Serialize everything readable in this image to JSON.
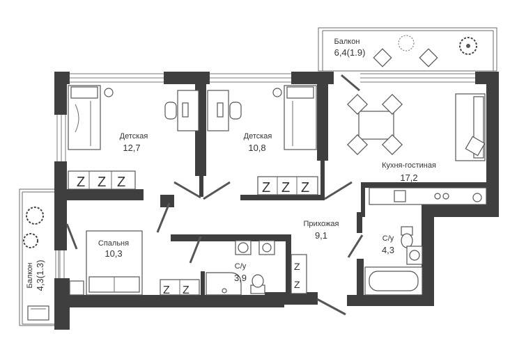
{
  "rooms": [
    {
      "id": "kids1",
      "name": "Детская",
      "area": "12,7"
    },
    {
      "id": "kids2",
      "name": "Детская",
      "area": "10,8"
    },
    {
      "id": "kitchen",
      "name": "Кухня-гостиная",
      "area": "17,2"
    },
    {
      "id": "hall",
      "name": "Прихожая",
      "area": "9,1"
    },
    {
      "id": "bedroom",
      "name": "Спальня",
      "area": "10,3"
    },
    {
      "id": "bath1",
      "name": "С/у",
      "area": "3,9"
    },
    {
      "id": "bath2",
      "name": "С/у",
      "area": "4,3"
    }
  ],
  "balconies": [
    {
      "id": "balcony-top",
      "name": "Балкон",
      "area": "6,4(1.9)"
    },
    {
      "id": "balcony-left",
      "name": "Балкон",
      "area": "4,3(1.3)"
    }
  ],
  "colors": {
    "wall": "#3f3f3f",
    "line": "#6a6a6a",
    "text": "#333333"
  }
}
